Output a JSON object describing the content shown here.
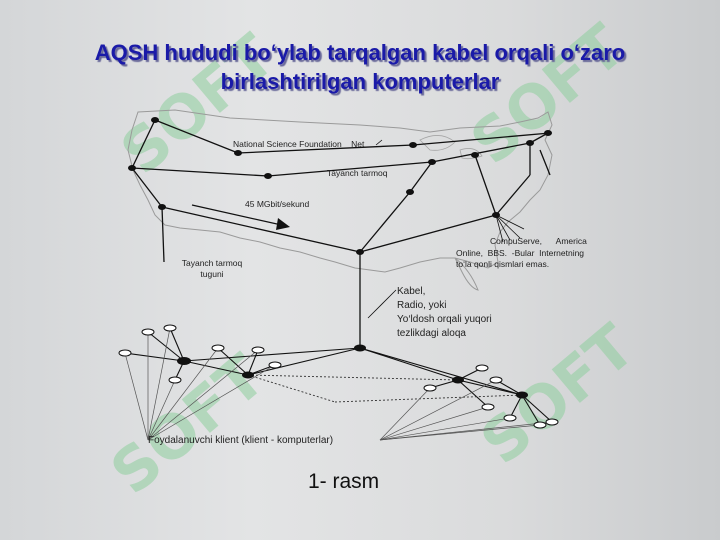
{
  "title": {
    "line1": "AQSH hududi bo‘ylab tarqalgan kabel orqali o‘zaro",
    "line2": "birlashtirilgan komputerlar"
  },
  "watermark": {
    "text": "SOFT",
    "color": "#8fcf9e"
  },
  "map": {
    "outline_color": "#9a9a9a"
  },
  "labels": {
    "nsf_net": "National Science Foundation    Net",
    "backbone": "Tayanch tarmoq",
    "speed": "45 MGbit/sekund",
    "backbone_node_line1": "Tayanch tarmoq",
    "backbone_node_line2": "tuguni",
    "services_line1": "CompuServe,      America",
    "services_line2": "Online,  BBS.  -Bular  Internetning",
    "services_line3": "to‘la qonli qismlari emas.",
    "link_line1": "Kabel,",
    "link_line2": "Radio, yoki",
    "link_line3": "Yo‘ldosh orqali yuqori",
    "link_line4": "tezlikdagi aloqa",
    "clients": "Foydalanuvchi klient (klient - komputerlar)"
  },
  "caption": "1- rasm"
}
